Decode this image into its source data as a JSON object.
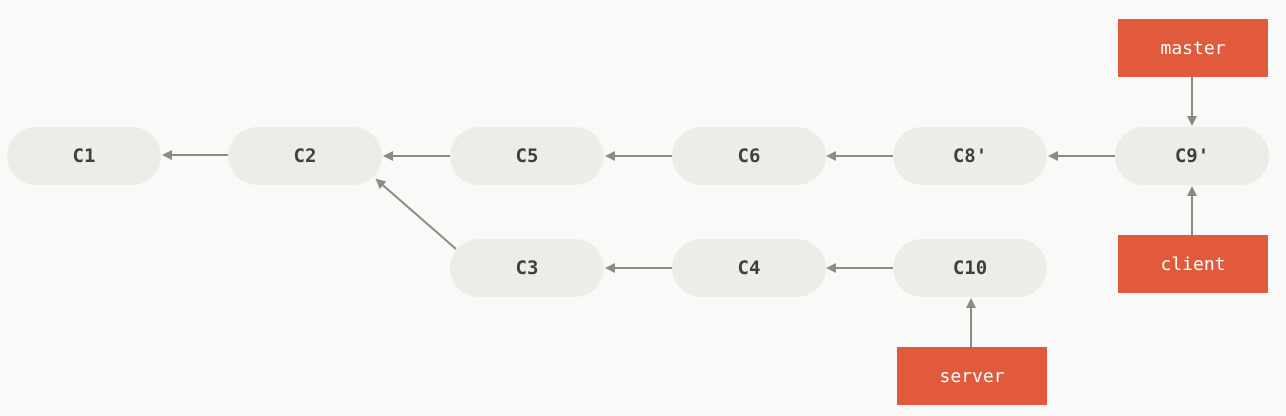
{
  "commits": {
    "c1": "C1",
    "c2": "C2",
    "c5": "C5",
    "c6": "C6",
    "c8": "C8'",
    "c9": "C9'",
    "c3": "C3",
    "c4": "C4",
    "c10": "C10"
  },
  "refs": {
    "master": "master",
    "client": "client",
    "server": "server"
  },
  "colors": {
    "commit_fill": "#edece8",
    "ref_fill": "#e05a3b",
    "arrow": "#8c8a84",
    "background": "#f9f9f8"
  }
}
